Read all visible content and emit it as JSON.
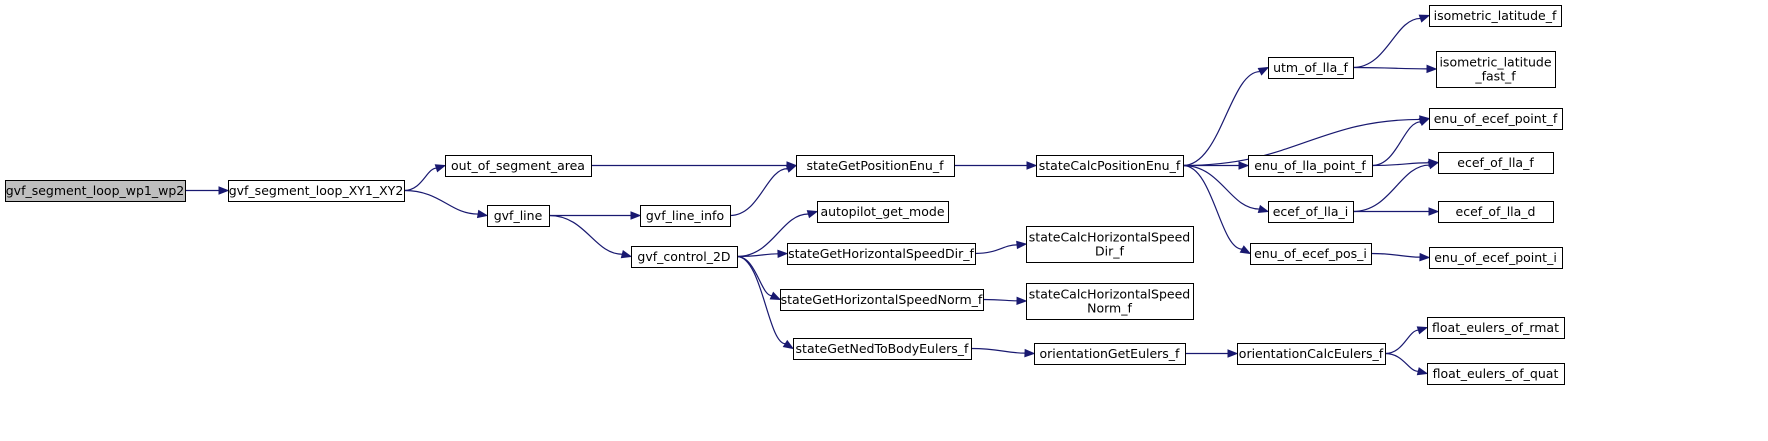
{
  "graph": {
    "type": "call-graph",
    "nodes": [
      {
        "id": "root",
        "lines": [
          "gvf_segment_loop_wp1_wp2"
        ],
        "highlight": true
      },
      {
        "id": "loopxy",
        "lines": [
          "gvf_segment_loop_XY1_XY2"
        ]
      },
      {
        "id": "outseg",
        "lines": [
          "out_of_segment_area"
        ]
      },
      {
        "id": "gvfline",
        "lines": [
          "gvf_line"
        ]
      },
      {
        "id": "gvflineinfo",
        "lines": [
          "gvf_line_info"
        ]
      },
      {
        "id": "gvfctrl",
        "lines": [
          "gvf_control_2D"
        ]
      },
      {
        "id": "sgpe",
        "lines": [
          "stateGetPositionEnu_f"
        ]
      },
      {
        "id": "apmode",
        "lines": [
          "autopilot_get_mode"
        ]
      },
      {
        "id": "sghsd",
        "lines": [
          "stateGetHorizontalSpeedDir_f"
        ]
      },
      {
        "id": "sghsn",
        "lines": [
          "stateGetHorizontalSpeedNorm_f"
        ]
      },
      {
        "id": "sgned",
        "lines": [
          "stateGetNedToBodyEulers_f"
        ]
      },
      {
        "id": "scpe",
        "lines": [
          "stateCalcPositionEnu_f"
        ]
      },
      {
        "id": "schsd",
        "lines": [
          "stateCalcHorizontalSpeed",
          "Dir_f"
        ]
      },
      {
        "id": "schsn",
        "lines": [
          "stateCalcHorizontalSpeed",
          "Norm_f"
        ]
      },
      {
        "id": "oge",
        "lines": [
          "orientationGetEulers_f"
        ]
      },
      {
        "id": "utm",
        "lines": [
          "utm_of_lla_f"
        ]
      },
      {
        "id": "enulla",
        "lines": [
          "enu_of_lla_point_f"
        ]
      },
      {
        "id": "ecefllai",
        "lines": [
          "ecef_of_lla_i"
        ]
      },
      {
        "id": "enuecefpos",
        "lines": [
          "enu_of_ecef_pos_i"
        ]
      },
      {
        "id": "oce",
        "lines": [
          "orientationCalcEulers_f"
        ]
      },
      {
        "id": "isolat",
        "lines": [
          "isometric_latitude_f"
        ]
      },
      {
        "id": "isolatfast",
        "lines": [
          "isometric_latitude",
          "_fast_f"
        ]
      },
      {
        "id": "enuecefpf",
        "lines": [
          "enu_of_ecef_point_f"
        ]
      },
      {
        "id": "eceflla_f",
        "lines": [
          "ecef_of_lla_f"
        ]
      },
      {
        "id": "eceflla_d",
        "lines": [
          "ecef_of_lla_d"
        ]
      },
      {
        "id": "enuecefpi",
        "lines": [
          "enu_of_ecef_point_i"
        ]
      },
      {
        "id": "feulrmat",
        "lines": [
          "float_eulers_of_rmat"
        ]
      },
      {
        "id": "feulquat",
        "lines": [
          "float_eulers_of_quat"
        ]
      }
    ],
    "edges": [
      [
        "root",
        "loopxy"
      ],
      [
        "loopxy",
        "outseg"
      ],
      [
        "loopxy",
        "gvfline"
      ],
      [
        "outseg",
        "sgpe"
      ],
      [
        "gvfline",
        "gvflineinfo"
      ],
      [
        "gvfline",
        "gvfctrl"
      ],
      [
        "gvflineinfo",
        "sgpe"
      ],
      [
        "gvfctrl",
        "apmode"
      ],
      [
        "gvfctrl",
        "sghsd"
      ],
      [
        "gvfctrl",
        "sghsn"
      ],
      [
        "gvfctrl",
        "sgned"
      ],
      [
        "sgpe",
        "scpe"
      ],
      [
        "sghsd",
        "schsd"
      ],
      [
        "sghsn",
        "schsn"
      ],
      [
        "sgned",
        "oge"
      ],
      [
        "scpe",
        "utm"
      ],
      [
        "scpe",
        "enuecefpf"
      ],
      [
        "scpe",
        "enulla"
      ],
      [
        "scpe",
        "ecefllai"
      ],
      [
        "scpe",
        "enuecefpos"
      ],
      [
        "oge",
        "oce"
      ],
      [
        "utm",
        "isolat"
      ],
      [
        "utm",
        "isolatfast"
      ],
      [
        "enulla",
        "enuecefpf"
      ],
      [
        "enulla",
        "eceflla_f"
      ],
      [
        "ecefllai",
        "eceflla_f"
      ],
      [
        "ecefllai",
        "eceflla_d"
      ],
      [
        "enuecefpos",
        "enuecefpi"
      ],
      [
        "oce",
        "feulrmat"
      ],
      [
        "oce",
        "feulquat"
      ]
    ]
  }
}
